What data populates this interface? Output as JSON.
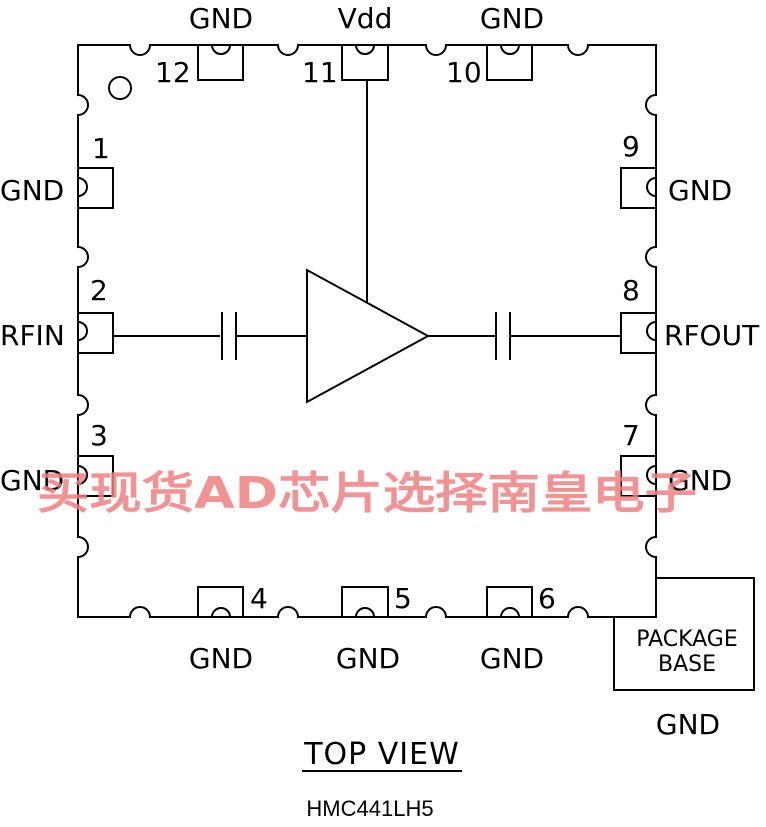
{
  "diagram": {
    "pins": {
      "p1": {
        "num": "1",
        "name": "GND"
      },
      "p2": {
        "num": "2",
        "name": "RFIN"
      },
      "p3": {
        "num": "3",
        "name": "GND"
      },
      "p4": {
        "num": "4",
        "name": "GND"
      },
      "p5": {
        "num": "5",
        "name": "GND"
      },
      "p6": {
        "num": "6",
        "name": "GND"
      },
      "p7": {
        "num": "7",
        "name": "GND"
      },
      "p8": {
        "num": "8",
        "name": "RFOUT"
      },
      "p9": {
        "num": "9",
        "name": "GND"
      },
      "p10": {
        "num": "10",
        "name": "GND"
      },
      "p11": {
        "num": "11",
        "name": "Vdd"
      },
      "p12": {
        "num": "12",
        "name": "GND"
      }
    },
    "package_base": {
      "line1": "PACKAGE",
      "line2": "BASE",
      "name": "GND"
    },
    "view_label": "TOP VIEW",
    "part_number": "HMC441LH5",
    "watermark": "买现货AD芯片选择南皇电子"
  }
}
